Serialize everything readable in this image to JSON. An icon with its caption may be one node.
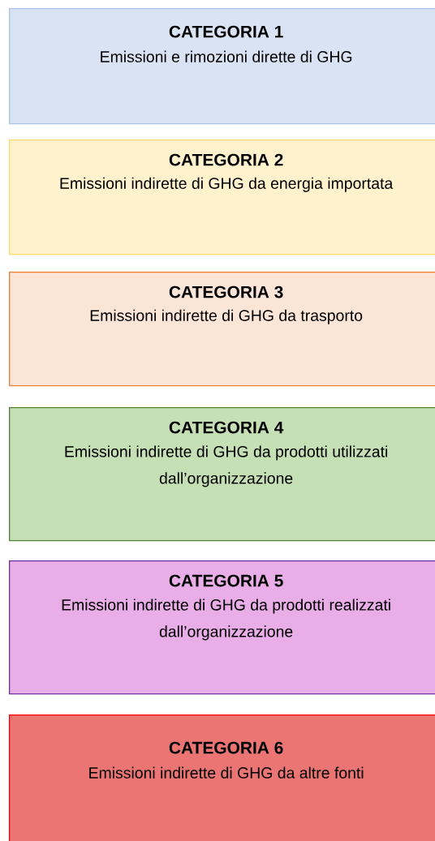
{
  "diagram": {
    "nodes": [
      {
        "text": [
          "CATEGORIA 1",
          "Emissioni e rimozioni dirette di GHG"
        ]
      },
      {
        "text": [
          "CATEGORIA 2",
          "Emissioni indirette di GHG da energia importata"
        ]
      },
      {
        "text": [
          "CATEGORIA 3",
          "Emissioni indirette di GHG da trasporto"
        ]
      },
      {
        "text": [
          "CATEGORIA 4",
          "Emissioni indirette di GHG da prodotti utilizzati dall’organizzazione"
        ]
      },
      {
        "text": [
          "CATEGORIA 5",
          "Emissioni indirette di GHG da prodotti realizzati dall’organizzazione"
        ]
      },
      {
        "text": [
          "CATEGORIA 6",
          "Emissioni indirette di GHG da altre fonti"
        ]
      }
    ]
  }
}
